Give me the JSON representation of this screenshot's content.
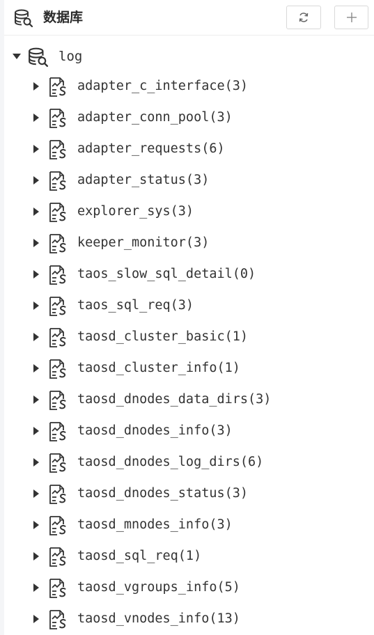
{
  "header": {
    "title": "数据库",
    "icon": "database-search-icon",
    "refresh_icon": "refresh-icon",
    "add_icon": "plus-icon"
  },
  "tree": {
    "database": {
      "label": "log",
      "icon": "database-search-icon",
      "expanded": true
    },
    "tables": [
      {
        "label": "adapter_c_interface(3)"
      },
      {
        "label": "adapter_conn_pool(3)"
      },
      {
        "label": "adapter_requests(6)"
      },
      {
        "label": "adapter_status(3)"
      },
      {
        "label": "explorer_sys(3)"
      },
      {
        "label": "keeper_monitor(3)"
      },
      {
        "label": "taos_slow_sql_detail(0)"
      },
      {
        "label": "taos_sql_req(3)"
      },
      {
        "label": "taosd_cluster_basic(1)"
      },
      {
        "label": "taosd_cluster_info(1)"
      },
      {
        "label": "taosd_dnodes_data_dirs(3)"
      },
      {
        "label": "taosd_dnodes_info(3)"
      },
      {
        "label": "taosd_dnodes_log_dirs(6)"
      },
      {
        "label": "taosd_dnodes_status(3)"
      },
      {
        "label": "taosd_mnodes_info(3)"
      },
      {
        "label": "taosd_sql_req(1)"
      },
      {
        "label": "taosd_vgroups_info(5)"
      },
      {
        "label": "taosd_vnodes_info(13)"
      }
    ],
    "table_icon": "supertable-icon"
  },
  "colors": {
    "text": "#333333",
    "border": "#d9d9d9",
    "divider": "#ededed",
    "sidebar_rule": "#f4f5f7"
  }
}
